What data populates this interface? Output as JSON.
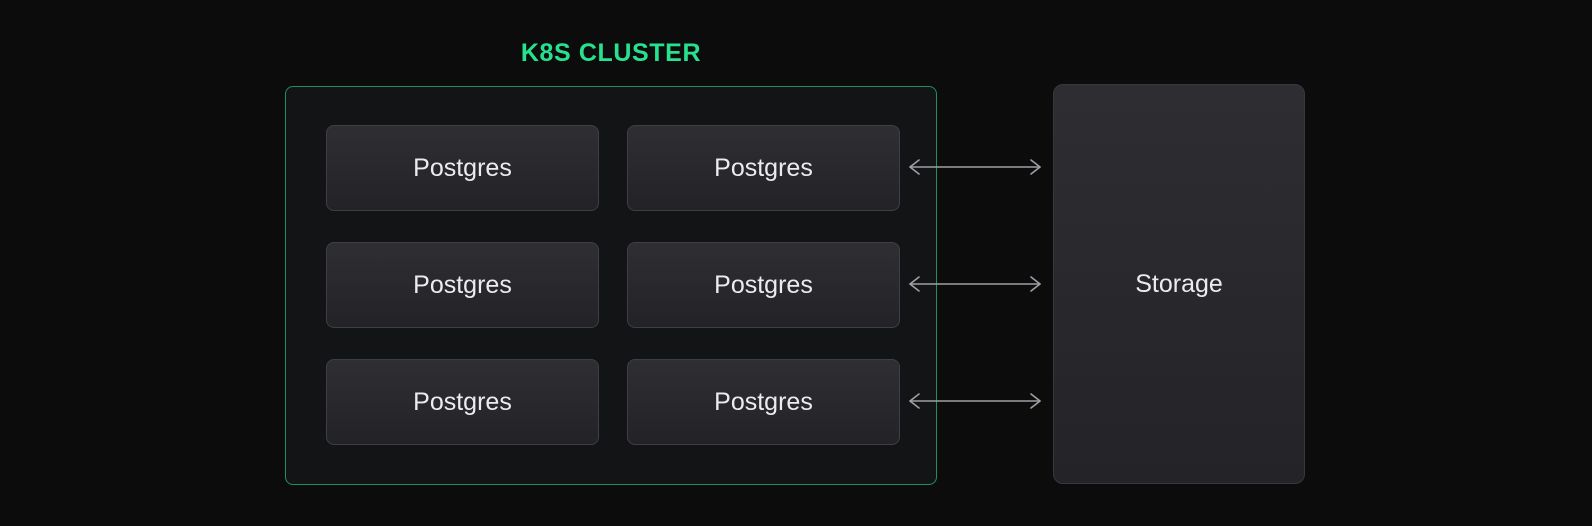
{
  "cluster": {
    "title": "K8S CLUSTER",
    "nodes": [
      {
        "label": "Postgres"
      },
      {
        "label": "Postgres"
      },
      {
        "label": "Postgres"
      },
      {
        "label": "Postgres"
      },
      {
        "label": "Postgres"
      },
      {
        "label": "Postgres"
      }
    ]
  },
  "storage": {
    "label": "Storage"
  },
  "connections": {
    "count": 3,
    "type": "double-headed-arrow"
  },
  "colors": {
    "background": "#0c0c0d",
    "accent": "#26e18d",
    "cluster-border": "#1f8f60",
    "cluster-bg": "#131416",
    "node-bg-top": "#2f2f33",
    "node-bg-bottom": "#232327",
    "node-border": "#3e3e44",
    "storage-border": "#37373c",
    "text": "#ececee",
    "arrow": "#9da0a4"
  }
}
